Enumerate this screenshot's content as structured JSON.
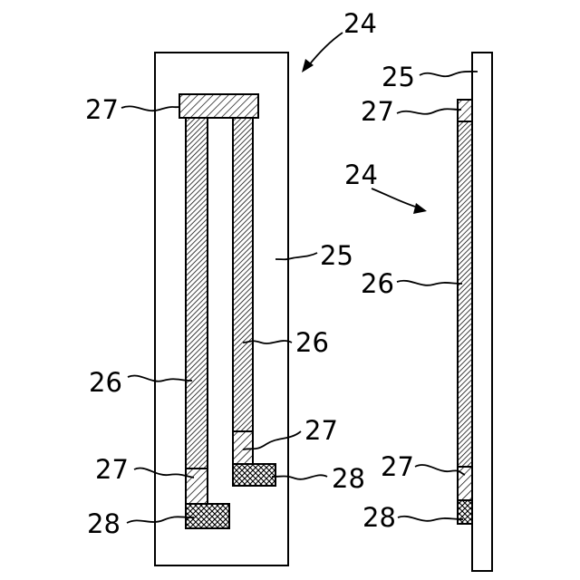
{
  "labels": {
    "top_assembly": "24",
    "side_assembly": "24",
    "base_front": "25",
    "base_side": "25",
    "strip_front_left": "26",
    "strip_front_right": "26",
    "strip_side": "26",
    "pad_front_top": "27",
    "pad_front_right": "27",
    "pad_front_left": "27",
    "pad_side_top": "27",
    "pad_side_bottom": "27",
    "terminal_front_left": "28",
    "terminal_front_right": "28",
    "terminal_side": "28"
  }
}
